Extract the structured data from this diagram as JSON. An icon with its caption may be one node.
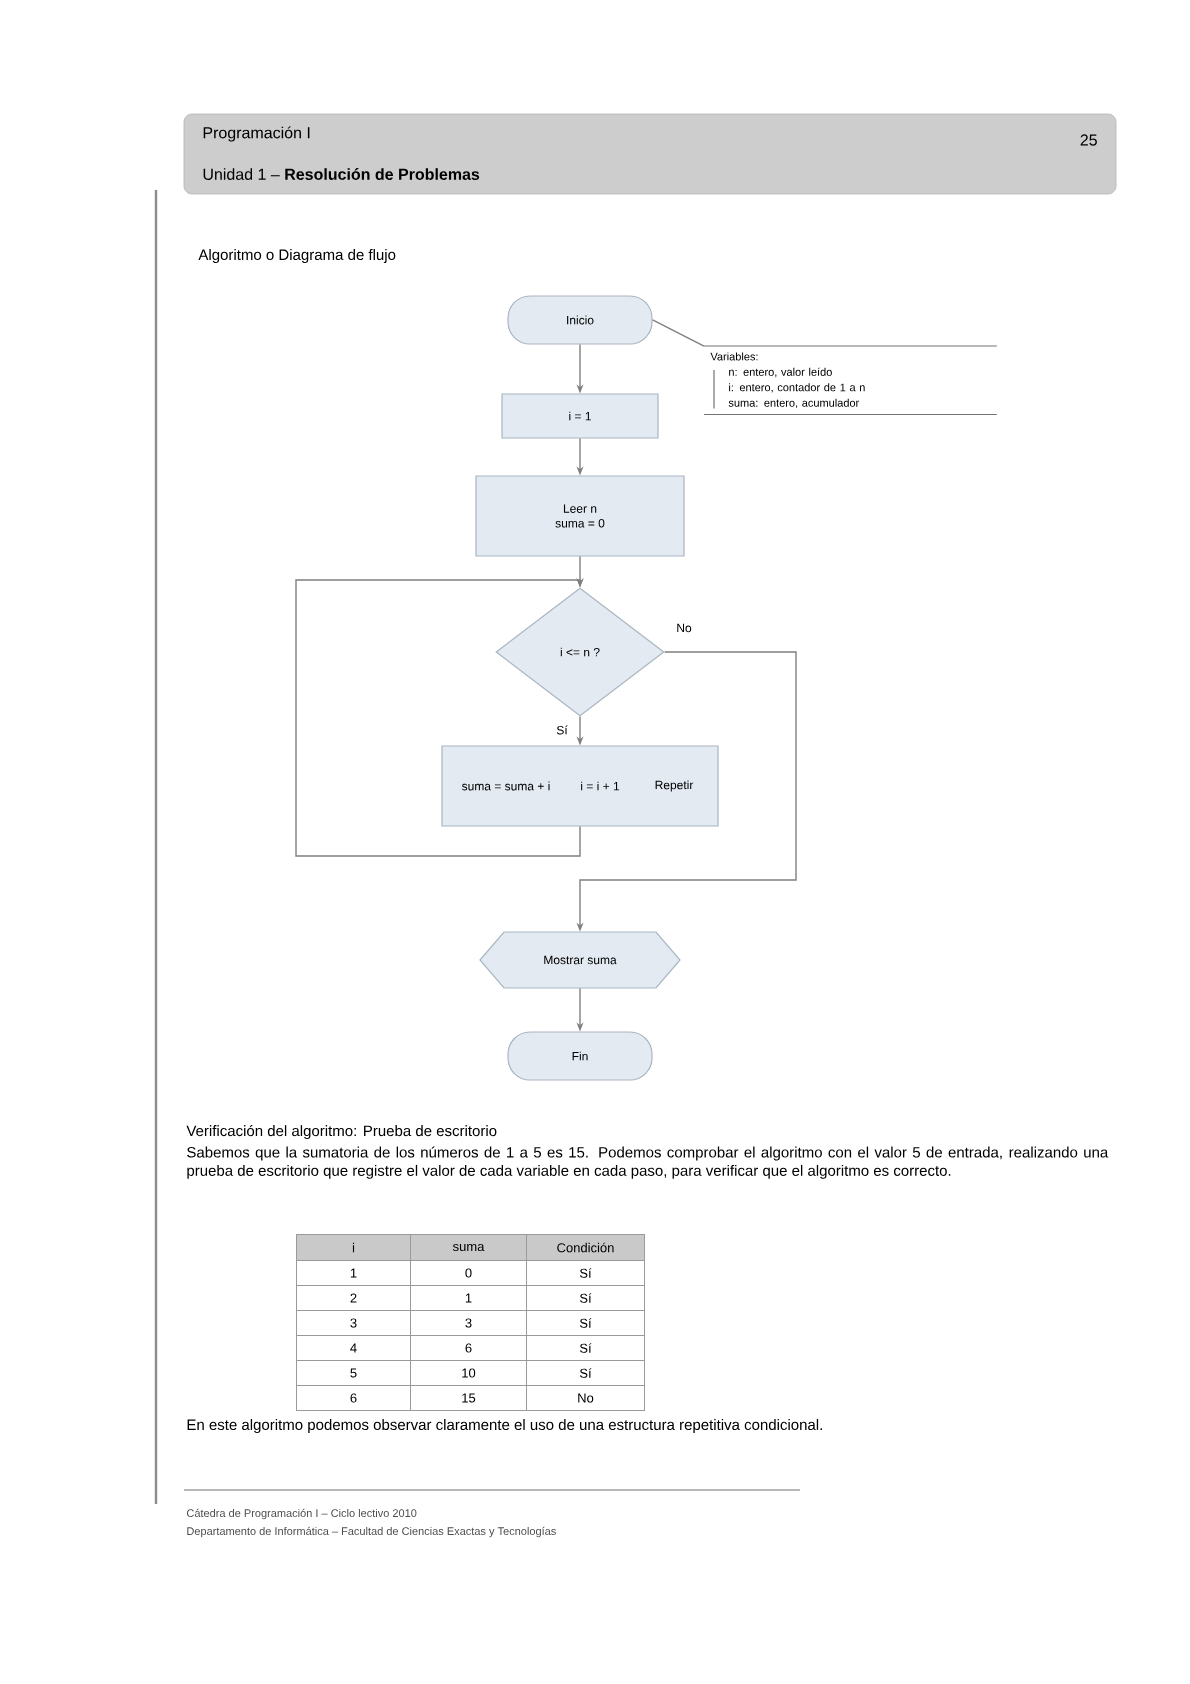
{
  "diagram": {
    "nodes": [
      {
        "text": [
          "Programación I",
          "Unidad 1 – **Resolución de Problemas**",
          "25"
        ]
      },
      {
        "text": [
          "Inicio"
        ]
      },
      {
        "text": [
          "i = 1"
        ]
      },
      {
        "text": [
          "Leer n",
          "suma = 0"
        ]
      },
      {
        "text": [
          "Variables:",
          "n: entero, valor leído",
          "i: entero, contador de 1 a n",
          "suma: entero, acumulador"
        ]
      },
      {
        "text": [
          "i <= n ?"
        ]
      },
      {
        "text": [
          "suma = suma + i",
          "i = i + 1",
          "Repetir"
        ]
      },
      {
        "text": [
          "Mostrar suma"
        ]
      },
      {
        "text": [
          "Fin"
        ]
      }
    ],
    "edges": [
      {
        "from": 1,
        "to": 2,
        "arrow": "to"
      },
      {
        "from": 2,
        "to": 3,
        "arrow": "to"
      },
      {
        "from": 3,
        "to": 5,
        "arrow": "to"
      },
      {
        "from": 5,
        "to": 6,
        "arrow": "to",
        "label": "Sí"
      },
      {
        "from": 6,
        "to": 5,
        "arrow": "to"
      },
      {
        "from": 5,
        "to": 7,
        "arrow": "to",
        "label": "No"
      },
      {
        "from": 7,
        "to": 8,
        "arrow": "to"
      },
      {
        "from": 1,
        "to": 4,
        "arrow": "none"
      }
    ],
    "labels": [
      "Algoritmo o Diagrama de flujo",
      "Verificación del algoritmo: Prueba de escritorio",
      "Sabemos que la sumatoria de los números de 1 a 5 es 15. Podemos comprobar el algoritmo con el valor 5 de entrada, realizando una prueba de escritorio que registre el valor de cada variable en cada paso, para verificar que el algoritmo es correcto.",
      "i",
      "suma",
      "Condición",
      "1",
      "0",
      "Sí",
      "2",
      "1",
      "Sí",
      "3",
      "3",
      "Sí",
      "4",
      "6",
      "Sí",
      "5",
      "10",
      "Sí",
      "6",
      "15",
      "No",
      "En este algoritmo podemos observar claramente el uso de una estructura repetitiva condicional.",
      "Cátedra de Programación I – Ciclo lectivo 2010",
      "Departamento de Informática – Facultad de Ciencias Exactas y Tecnologías"
    ]
  }
}
